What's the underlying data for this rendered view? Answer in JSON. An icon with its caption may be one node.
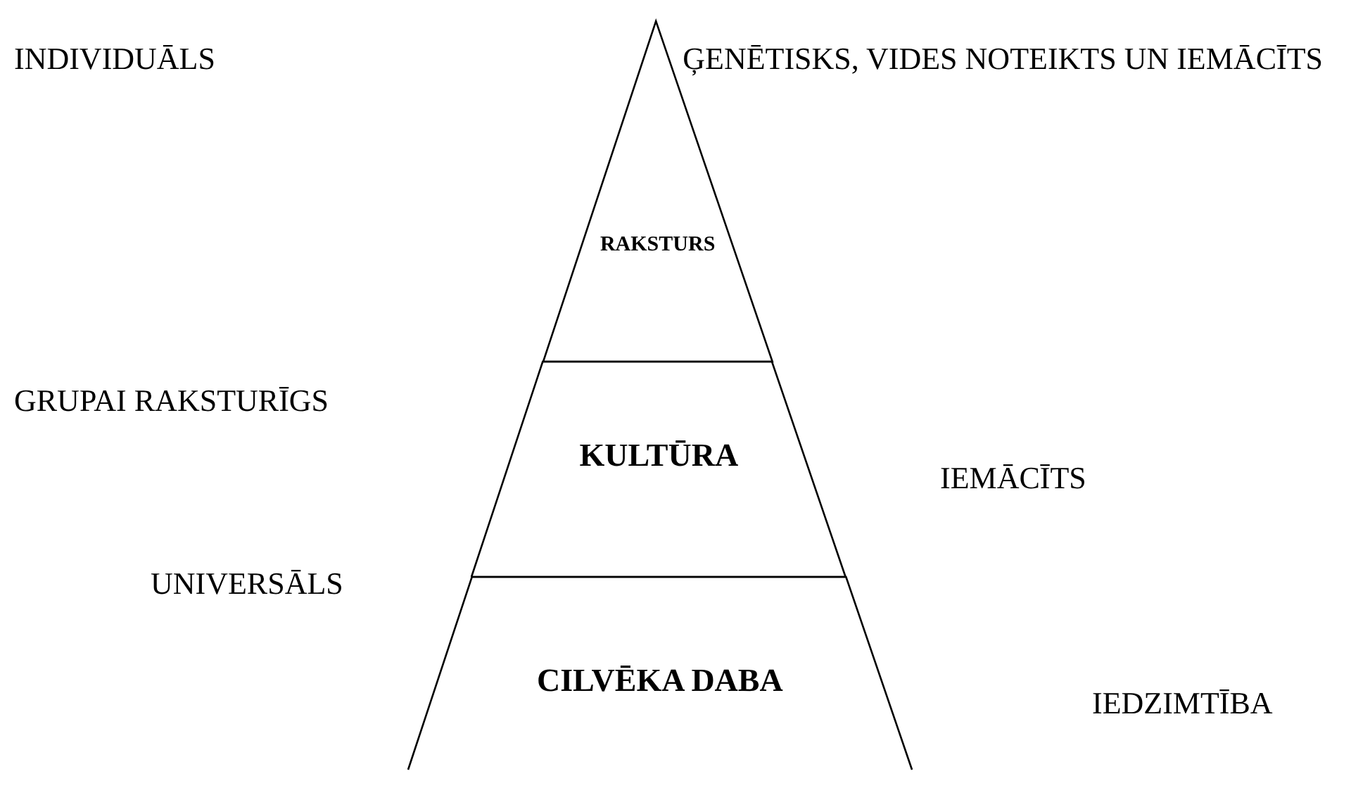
{
  "diagram": {
    "nodes": [
      {
        "text": [
          "RAKSTURS"
        ]
      },
      {
        "text": [
          "KULTŪRA"
        ]
      },
      {
        "text": [
          "CILVĒKA DABA"
        ]
      }
    ],
    "edges": [],
    "labels": [
      "INDIVIDUĀLS",
      "ĢENĒTISKS, VIDES NOTEIKTS UN IEMĀCĪTS",
      "GRUPAI RAKSTURĪGS",
      "IEMĀCĪTS",
      "UNIVERSĀLS",
      "IEDZIMTĪBA"
    ]
  }
}
